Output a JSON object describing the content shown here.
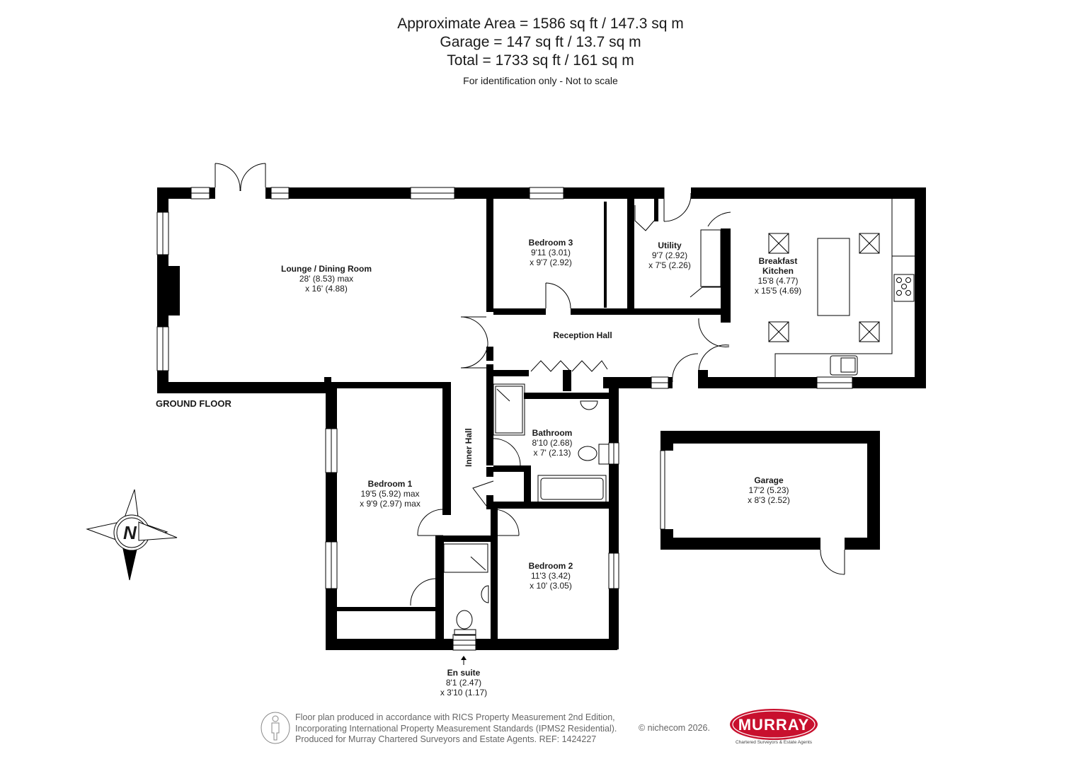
{
  "header": {
    "approx_area": "Approximate Area = 1586 sq ft / 147.3 sq m",
    "garage_area": "Garage = 147 sq ft / 13.7 sq m",
    "total_area": "Total = 1733 sq ft / 161 sq m",
    "note": "For identification only - Not to scale"
  },
  "floor": {
    "label": "GROUND FLOOR"
  },
  "rooms": {
    "lounge": {
      "name": "Lounge / Dining Room",
      "dim1": "28' (8.53) max",
      "dim2": "x 16' (4.88)"
    },
    "bedroom3": {
      "name": "Bedroom 3",
      "dim1": "9'11 (3.01)",
      "dim2": "x 9'7 (2.92)"
    },
    "utility": {
      "name": "Utility",
      "dim1": "9'7 (2.92)",
      "dim2": "x 7'5 (2.26)"
    },
    "kitchen": {
      "name1": "Breakfast",
      "name2": "Kitchen",
      "dim1": "15'8 (4.77)",
      "dim2": "x 15'5 (4.69)"
    },
    "reception_hall": {
      "name": "Reception Hall"
    },
    "inner_hall": {
      "name": "Inner Hall"
    },
    "bathroom": {
      "name": "Bathroom",
      "dim1": "8'10 (2.68)",
      "dim2": "x 7' (2.13)"
    },
    "bedroom1": {
      "name": "Bedroom 1",
      "dim1": "19'5 (5.92) max",
      "dim2": "x 9'9 (2.97) max"
    },
    "bedroom2": {
      "name": "Bedroom 2",
      "dim1": "11'3 (3.42)",
      "dim2": "x 10' (3.05)"
    },
    "ensuite": {
      "name": "En suite",
      "dim1": "8'1 (2.47)",
      "dim2": "x 3'10 (1.17)"
    },
    "garage": {
      "name": "Garage",
      "dim1": "17'2 (5.23)",
      "dim2": "x 8'3 (2.52)"
    }
  },
  "compass": {
    "label": "N",
    "icon": "north-compass-icon"
  },
  "footer": {
    "line1": "Floor plan produced in accordance with RICS Property Measurement 2nd Edition,",
    "line2": "Incorporating International Property Measurement Standards (IPMS2 Residential).",
    "line3": "Produced for Murray Chartered Surveyors and Estate Agents.   REF:  1424227",
    "copyright": "© nichecom 2026.",
    "icon": "person-icon"
  },
  "logo": {
    "text": "MURRAY",
    "subtitle": "Chartered Surveyors & Estate Agents",
    "color": "#c8102e"
  },
  "colors": {
    "wall": "#000000",
    "background": "#ffffff",
    "text": "#1a1a1a",
    "footer_text": "#666666"
  }
}
